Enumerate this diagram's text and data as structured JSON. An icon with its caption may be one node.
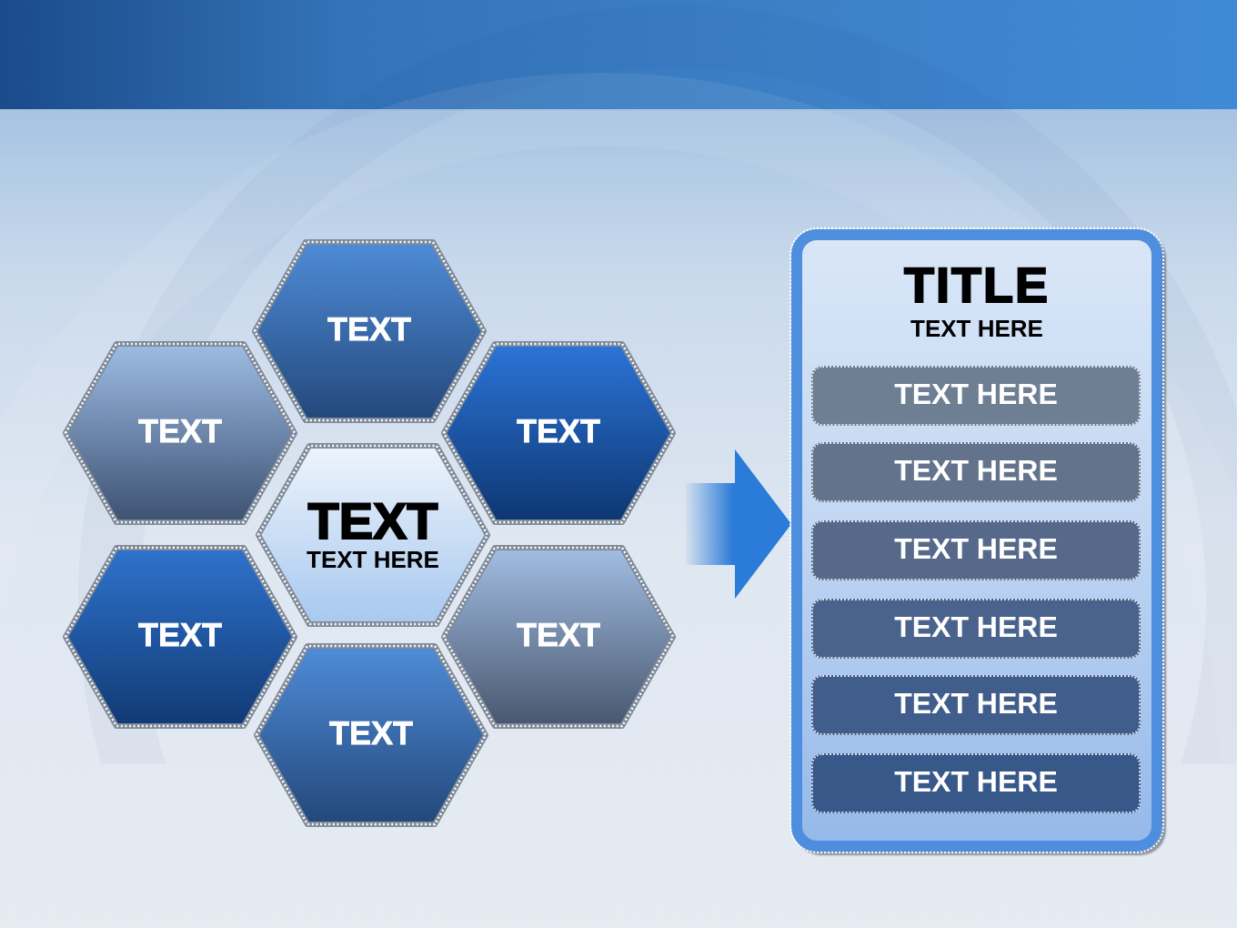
{
  "diagram": {
    "nodes": [
      {
        "text": [
          "TEXT"
        ]
      },
      {
        "text": [
          "TEXT"
        ]
      },
      {
        "text": [
          "TEXT"
        ]
      },
      {
        "text": [
          "TEXT",
          "TEXT HERE"
        ]
      },
      {
        "text": [
          "TEXT"
        ]
      },
      {
        "text": [
          "TEXT"
        ]
      },
      {
        "text": [
          "TEXT"
        ]
      },
      {
        "text": [
          "TITLE",
          "TEXT HERE"
        ]
      },
      {
        "text": [
          "TEXT HERE"
        ],
        "in": 7
      },
      {
        "text": [
          "TEXT HERE"
        ],
        "in": 7
      },
      {
        "text": [
          "TEXT HERE"
        ],
        "in": 7
      },
      {
        "text": [
          "TEXT HERE"
        ],
        "in": 7
      },
      {
        "text": [
          "TEXT HERE"
        ],
        "in": 7
      },
      {
        "text": [
          "TEXT HERE"
        ],
        "in": 7
      }
    ],
    "edges": [
      {
        "from": null,
        "to": 7,
        "arrow": "to"
      }
    ]
  }
}
